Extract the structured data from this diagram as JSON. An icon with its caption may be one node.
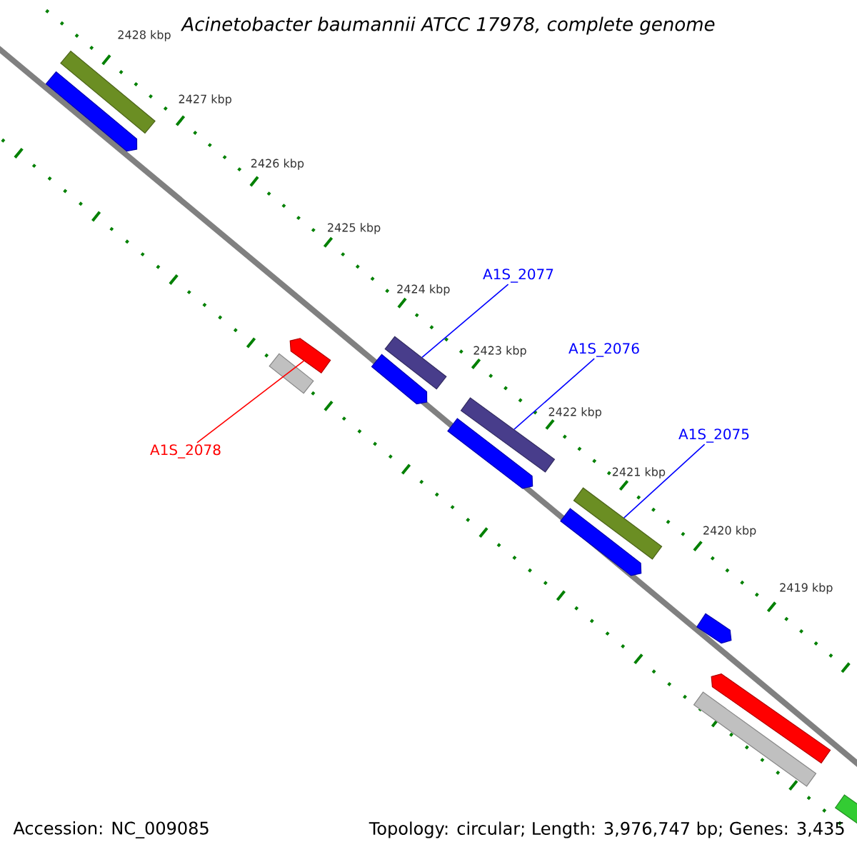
{
  "diagram": {
    "title": "Acinetobacter baumannii ATCC 17978, complete genome",
    "nodes": [
      {
        "text": [],
        "shape": "bar"
      },
      {
        "text": [],
        "shape": "bar"
      },
      {
        "text": [
          "A1S_2078"
        ]
      },
      {
        "text": [],
        "shape": "bar"
      },
      {
        "text": [],
        "shape": "bar"
      },
      {
        "text": [
          "A1S_2077"
        ]
      },
      {
        "text": [],
        "shape": "bar"
      },
      {
        "text": [],
        "shape": "bar"
      },
      {
        "text": [
          "A1S_2076"
        ]
      },
      {
        "text": [],
        "shape": "bar"
      },
      {
        "text": [],
        "shape": "bar"
      },
      {
        "text": [
          "A1S_2075"
        ]
      },
      {
        "text": [],
        "shape": "bar"
      },
      {
        "text": [],
        "shape": "bar"
      },
      {
        "text": [],
        "shape": "bar"
      },
      {
        "text": [],
        "shape": "bar"
      },
      {
        "text": [],
        "shape": "bar"
      },
      {
        "text": [],
        "shape": "bar"
      }
    ],
    "edges": [
      {
        "from": 2,
        "to": 3,
        "arrow": "none",
        "color": "#ff0000"
      },
      {
        "from": 5,
        "to": 6,
        "arrow": "none"
      },
      {
        "from": 8,
        "to": 9,
        "arrow": "none"
      },
      {
        "from": 11,
        "to": 12,
        "arrow": "none"
      }
    ],
    "labels": [
      "2428 kbp",
      "2427 kbp",
      "2426 kbp",
      "2425 kbp",
      "2424 kbp",
      "2423 kbp",
      "2422 kbp",
      "2421 kbp",
      "2420 kbp",
      "2419 kbp",
      "Accession: NC_009085",
      "Topology: circular; Length: 3,976,747 bp; Genes: 3,435"
    ]
  }
}
